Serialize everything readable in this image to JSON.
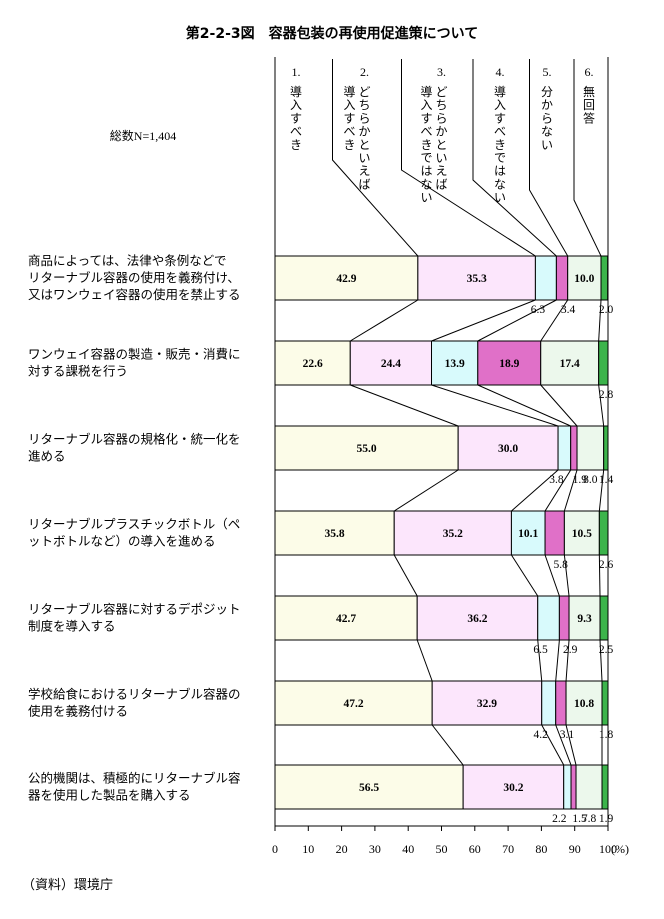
{
  "chart_data": {
    "type": "bar",
    "orientation": "horizontal-stacked-percent",
    "title": "第2-2-3図　容器包装の再使用促進策について",
    "total_n": "総数N=1,404",
    "source": "（資料）環境庁",
    "xlim": [
      0,
      100
    ],
    "x_ticks": [
      "0",
      "10",
      "20",
      "30",
      "40",
      "50",
      "60",
      "70",
      "80",
      "90",
      "100"
    ],
    "x_unit": "(%)",
    "grid": false,
    "responses": [
      {
        "number": "1.",
        "lines": [
          "導入すべき"
        ],
        "color": "#fcfce8"
      },
      {
        "number": "2.",
        "lines": [
          "どちらかといえば",
          "導入すべき"
        ],
        "color": "#fce6fc"
      },
      {
        "number": "3.",
        "lines": [
          "どちらかといえば",
          "導入すべきではない"
        ],
        "color": "#d8fafc"
      },
      {
        "number": "4.",
        "lines": [
          "導入すべきではない"
        ],
        "color": "#e070c8"
      },
      {
        "number": "5.",
        "lines": [
          "分からない"
        ],
        "color": "#ecf8ec"
      },
      {
        "number": "6.",
        "lines": [
          "無回答"
        ],
        "color": "#3cb44b"
      }
    ],
    "categories": [
      {
        "lines": [
          "商品によっては、法律や条例などで",
          "リターナブル容器の使用を義務付け、",
          "又はワンウェイ容器の使用を禁止する"
        ],
        "values": [
          42.9,
          35.3,
          6.3,
          3.4,
          10.0,
          2.0
        ],
        "labels": [
          "42.9",
          "35.3",
          "6.3",
          "3.4",
          "10.0",
          "2.0"
        ]
      },
      {
        "lines": [
          "ワンウェイ容器の製造・販売・消費に",
          "対する課税を行う"
        ],
        "values": [
          22.6,
          24.4,
          13.9,
          18.9,
          17.4,
          2.8
        ],
        "labels": [
          "22.6",
          "24.4",
          "13.9",
          "18.9",
          "17.4",
          "2.8"
        ]
      },
      {
        "lines": [
          "リターナブル容器の規格化・統一化を",
          "進める"
        ],
        "values": [
          55.0,
          30.0,
          3.8,
          1.9,
          8.0,
          1.4
        ],
        "labels": [
          "55.0",
          "30.0",
          "3.8",
          "1.9",
          "8.0",
          "1.4"
        ]
      },
      {
        "lines": [
          "リターナブルプラスチックボトル（ペ",
          "ットボトルなど）の導入を進める"
        ],
        "values": [
          35.8,
          35.2,
          10.1,
          5.8,
          10.5,
          2.6
        ],
        "labels": [
          "35.8",
          "35.2",
          "10.1",
          "5.8",
          "10.5",
          "2.6"
        ]
      },
      {
        "lines": [
          "リターナブル容器に対するデポジット",
          "制度を導入する"
        ],
        "values": [
          42.7,
          36.2,
          6.5,
          2.9,
          9.3,
          2.5
        ],
        "labels": [
          "42.7",
          "36.2",
          "6.5",
          "2.9",
          "9.3",
          "2.5"
        ]
      },
      {
        "lines": [
          "学校給食におけるリターナブル容器の",
          "使用を義務付ける"
        ],
        "values": [
          47.2,
          32.9,
          4.2,
          3.1,
          10.8,
          1.8
        ],
        "labels": [
          "47.2",
          "32.9",
          "4.2",
          "3.1",
          "10.8",
          "1.8"
        ]
      },
      {
        "lines": [
          "公的機関は、積極的にリターナブル容",
          "器を使用した製品を購入する"
        ],
        "values": [
          56.5,
          30.2,
          2.2,
          1.5,
          7.8,
          1.9
        ],
        "labels": [
          "56.5",
          "30.2",
          "2.2",
          "1.5",
          "7.8",
          "1.9"
        ]
      }
    ]
  }
}
